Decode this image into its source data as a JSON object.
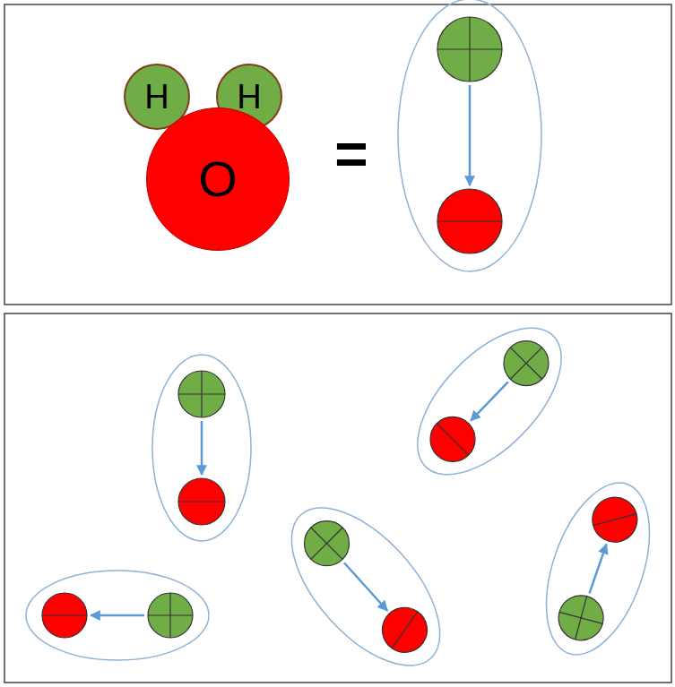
{
  "diagram": {
    "nodes": [
      {
        "text": [
          "H"
        ]
      },
      {
        "text": [
          "H"
        ]
      },
      {
        "text": [
          "O"
        ]
      }
    ],
    "labels": [
      "="
    ]
  }
}
